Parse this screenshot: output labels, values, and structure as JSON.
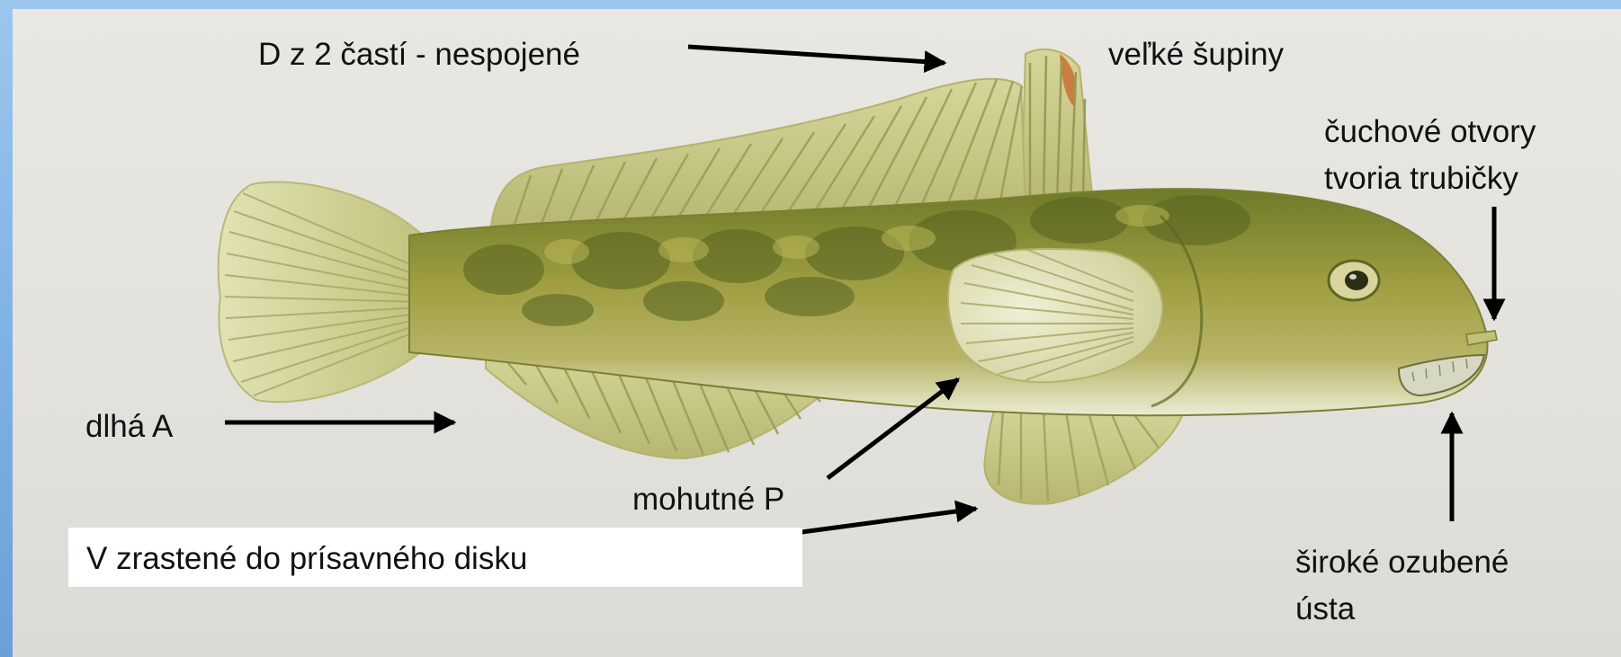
{
  "labels": {
    "dorsal_fin": "D z 2 častí - nespojené",
    "scales": "veľké šupiny",
    "nostrils_line1": "čuchové otvory",
    "nostrils_line2": "tvoria trubičky",
    "anal_fin": "dlhá A",
    "pectoral_fin": "mohutné P",
    "pelvic_fins": "V zrastené do prísavného disku",
    "mouth_line1": "široké ozubené",
    "mouth_line2": "ústa"
  },
  "colors": {
    "slide_background": "#7eb0e4",
    "image_background": "#e5e3de",
    "fish_body": "#9a9a3c",
    "fish_dark_mottle": "#5e6a22",
    "fin": "#c8c88a",
    "fin_ray": "#9a9a55",
    "belly": "#e8e8cc",
    "arrow": "#000000",
    "label_box": "#ffffff"
  }
}
